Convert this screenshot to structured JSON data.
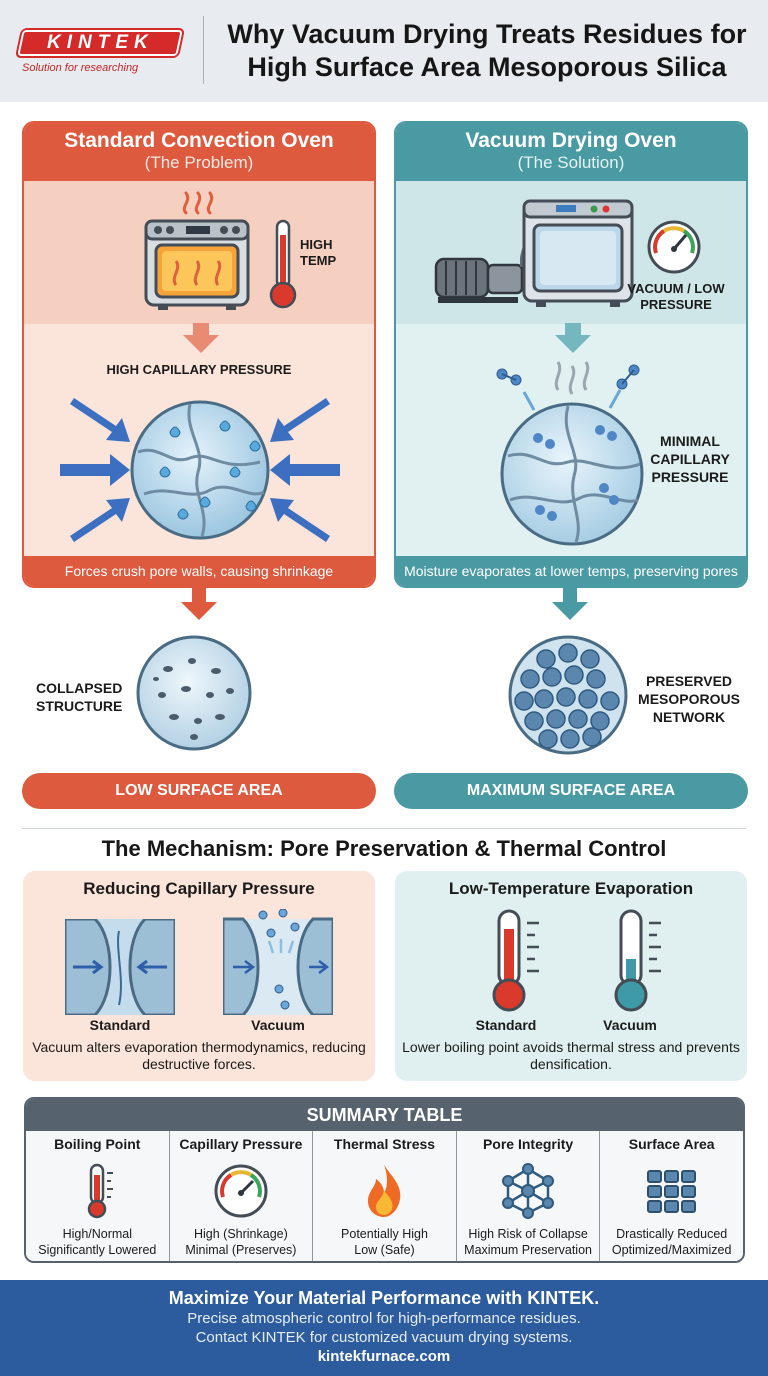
{
  "header": {
    "logo_text": "KINTEK",
    "logo_tagline": "Solution for researching",
    "title": "Why Vacuum Drying Treats Residues for High Surface Area Mesoporous Silica"
  },
  "left_panel": {
    "title": "Standard Convection Oven",
    "subtitle": "(The Problem)",
    "temp_label": "HIGH TEMP",
    "pressure_label": "HIGH CAPILLARY PRESSURE",
    "footer": "Forces crush pore walls, causing shrinkage",
    "result_label": "COLLAPSED STRUCTURE",
    "outcome": "LOW SURFACE AREA"
  },
  "right_panel": {
    "title": "Vacuum Drying Oven",
    "subtitle": "(The Solution)",
    "gauge_label": "VACUUM / LOW PRESSURE",
    "pressure_label": "MINIMAL CAPILLARY PRESSURE",
    "footer": "Moisture evaporates at lower temps, preserving pores",
    "result_label": "PRESERVED MESOPOROUS NETWORK",
    "outcome": "MAXIMUM SURFACE AREA"
  },
  "mechanism": {
    "title": "The Mechanism: Pore Preservation & Thermal Control",
    "capillary": {
      "title": "Reducing Capillary Pressure",
      "standard": "Standard",
      "vacuum": "Vacuum",
      "description": "Vacuum alters evaporation thermodynamics, reducing destructive forces."
    },
    "evaporation": {
      "title": "Low-Temperature Evaporation",
      "standard": "Standard",
      "vacuum": "Vacuum",
      "description": "Lower boiling point avoids thermal stress and prevents densification."
    }
  },
  "summary": {
    "title": "SUMMARY TABLE",
    "columns": [
      {
        "header": "Boiling Point",
        "icon": "thermometer-icon",
        "standard": "High/Normal",
        "vacuum": "Significantly Lowered"
      },
      {
        "header": "Capillary Pressure",
        "icon": "gauge-icon",
        "standard": "High (Shrinkage)",
        "vacuum": "Minimal (Preserves)"
      },
      {
        "header": "Thermal Stress",
        "icon": "flame-icon",
        "standard": "Potentially High",
        "vacuum": "Low (Safe)"
      },
      {
        "header": "Pore Integrity",
        "icon": "network-icon",
        "standard": "High Risk of Collapse",
        "vacuum": "Maximum Preservation"
      },
      {
        "header": "Surface Area",
        "icon": "grid-icon",
        "standard": "Drastically Reduced",
        "vacuum": "Optimized/Maximized"
      }
    ]
  },
  "footer": {
    "headline": "Maximize Your Material Performance with KINTEK.",
    "line1": "Precise atmospheric control for high-performance residues.",
    "line2": "Contact KINTEK for customized vacuum drying systems.",
    "website": "kintekfurnace.com"
  },
  "colors": {
    "problem": "#dd5a3e",
    "solution": "#4a9aa3",
    "summary": "#56626e",
    "footer": "#2c5c9d"
  }
}
